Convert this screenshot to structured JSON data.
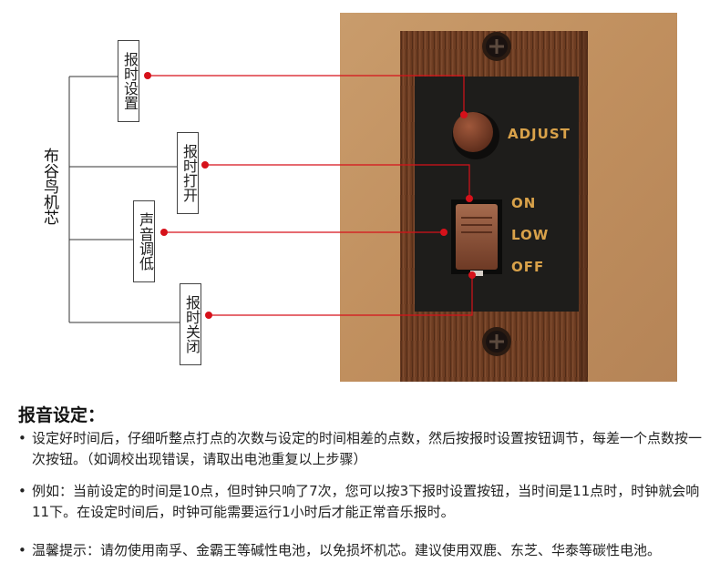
{
  "diagram": {
    "main_label": "布谷鸟机芯",
    "callouts": [
      {
        "id": "set",
        "text": "报时设置"
      },
      {
        "id": "on",
        "text": "报时打开"
      },
      {
        "id": "low",
        "text": "声音调低"
      },
      {
        "id": "off",
        "text": "报时关闭"
      }
    ],
    "panel": {
      "adjust": "ADJUST",
      "on": "ON",
      "low": "LOW",
      "off": "OFF"
    },
    "colors": {
      "callout_line": "#d6111a",
      "wood": "#c79a6b",
      "frame": "#6b3a22",
      "plate": "#1d1c1a",
      "panel_text": "#d9a24a"
    }
  },
  "instructions": {
    "title": "报音设定：",
    "items": [
      {
        "bullet": "•",
        "text": "设定好时间后，仔细听整点打点的次数与设定的时间相差的点数，然后按报时设置按钮调节，每差一个点数按一次按钮。（如调校出现错误，请取出电池重复以上步骤）"
      },
      {
        "bullet": "•",
        "text": "例如：当前设定的时间是10点，但时钟只响了7次，您可以按3下报时设置按钮，当时间是11点时，时钟就会响11下。在设定时间后，时钟可能需要运行1小时后才能正常音乐报时。"
      },
      {
        "bullet": "•",
        "text": "温馨提示：请勿使用南孚、金霸王等碱性电池，以免损坏机芯。建议使用双鹿、东芝、华泰等碳性电池。"
      }
    ]
  }
}
